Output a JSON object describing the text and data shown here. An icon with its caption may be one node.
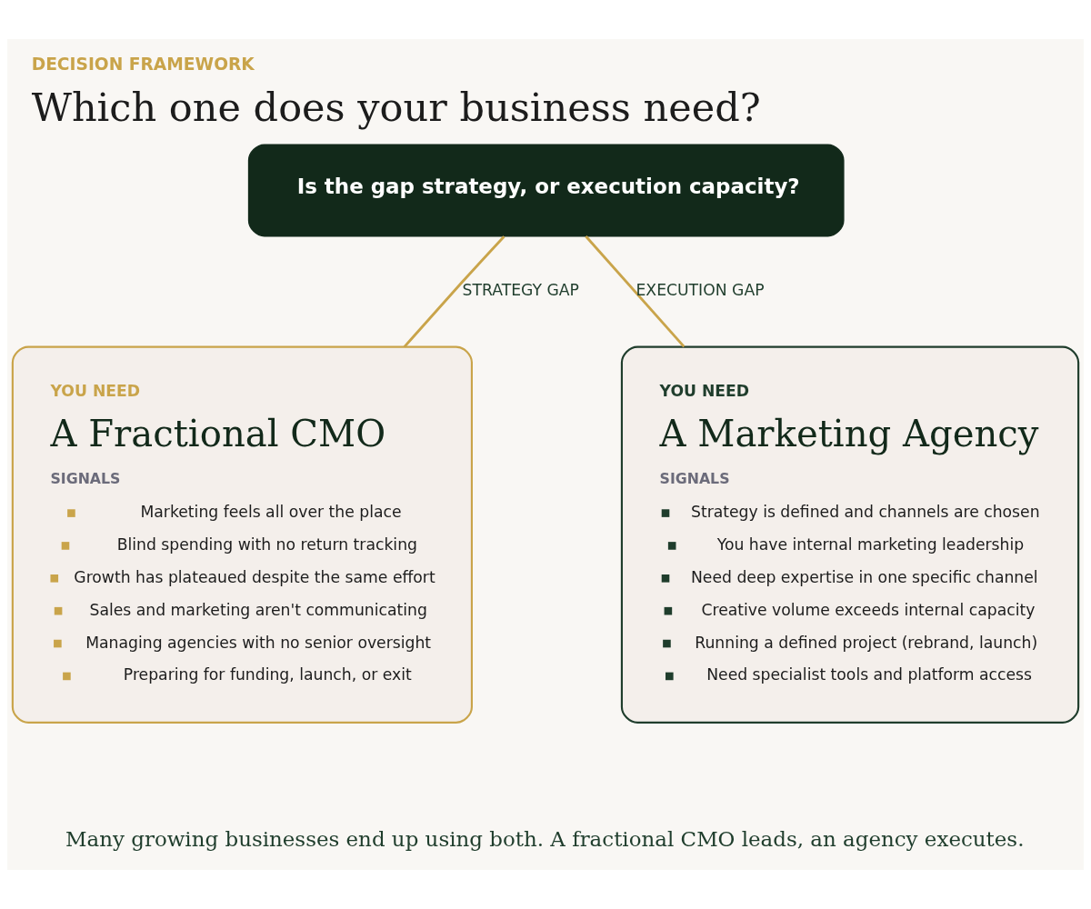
{
  "diagram": {
    "title": "Which one does your business need?",
    "caption": "Many growing businesses end up using both. A fractional CMO leads, an agency executes.",
    "nodes": [
      {
        "text": [
          "Is the gap strategy, or execution capacity?"
        ]
      },
      {
        "text": [
          "YOU NEED",
          "A Fractional CMO",
          "SIGNALS",
          "Marketing feels all over the place",
          "Blind spending with no return tracking",
          "Growth has plateaued despite the same effort",
          "Sales and marketing aren't communicating",
          "Managing agencies with no senior oversight",
          "Preparing for funding, launch, or exit"
        ]
      },
      {
        "text": [
          "YOU NEED",
          "A Marketing Agency",
          "SIGNALS",
          "Strategy is defined and channels are chosen",
          "You have internal marketing leadership",
          "Need deep expertise in one specific channel",
          "Creative volume exceeds internal capacity",
          "Running a defined project (rebrand, launch)",
          "Need specialist tools and platform access"
        ]
      }
    ],
    "edges": [
      {
        "from": 0,
        "to": 1,
        "arrow": "none",
        "label": "STRATEGY GAP"
      },
      {
        "from": 0,
        "to": 2,
        "arrow": "none",
        "label": "EXECUTION GAP"
      }
    ],
    "labels": [
      "DECISION FRAMEWORK"
    ]
  }
}
